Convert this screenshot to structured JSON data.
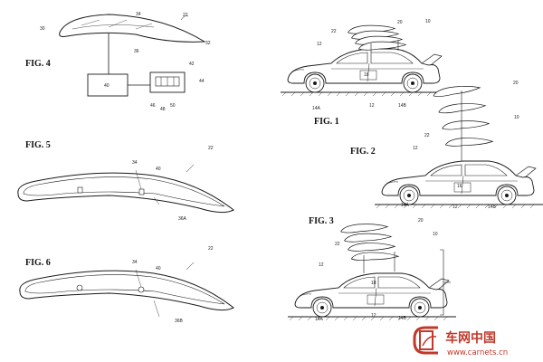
{
  "figures": {
    "fig4": "FIG. 4",
    "fig5": "FIG. 5",
    "fig6": "FIG. 6",
    "fig1": "FIG. 1",
    "fig2": "FIG. 2",
    "fig3": "FIG. 3"
  },
  "refs": {
    "r22_fig4": "22",
    "r34_fig4": "34",
    "r30": "30",
    "r32": "32",
    "r36": "36",
    "r40": "40",
    "r42": "42",
    "r44": "44",
    "r46": "46",
    "r48": "48",
    "r50": "50",
    "r34_fig5": "34",
    "r40_fig5": "40",
    "r22_fig5": "22",
    "r36a": "36A",
    "r34_fig6": "34",
    "r40_fig6": "40",
    "r22_fig6": "22",
    "r36b": "36B",
    "r10_fig1": "10",
    "r20_fig1": "20",
    "r22_fig1": "22",
    "r12_fig1": "12",
    "r18_fig1": "18",
    "r14a_fig1": "14A",
    "r12b_fig1": "12",
    "r14b_fig1": "14B",
    "r20_fig2": "20",
    "r10_fig2": "10",
    "r22_fig2": "22",
    "r12_fig2": "12",
    "r16_fig2": "16",
    "r14a_fig2": "14A",
    "r12b_fig2": "12",
    "r14b_fig2": "14B",
    "r20_fig3": "20",
    "r10_fig3": "10",
    "r22_fig3": "22",
    "r12_fig3": "12",
    "r18_fig3": "18",
    "r14a_fig3": "14A",
    "r12b_fig3": "12",
    "r14b_fig3": "14B"
  },
  "watermark": {
    "name": "车网中国",
    "url": "www.carnets.cn"
  },
  "colors": {
    "line": "#1a1a1a",
    "watermark": "#c0392b"
  }
}
